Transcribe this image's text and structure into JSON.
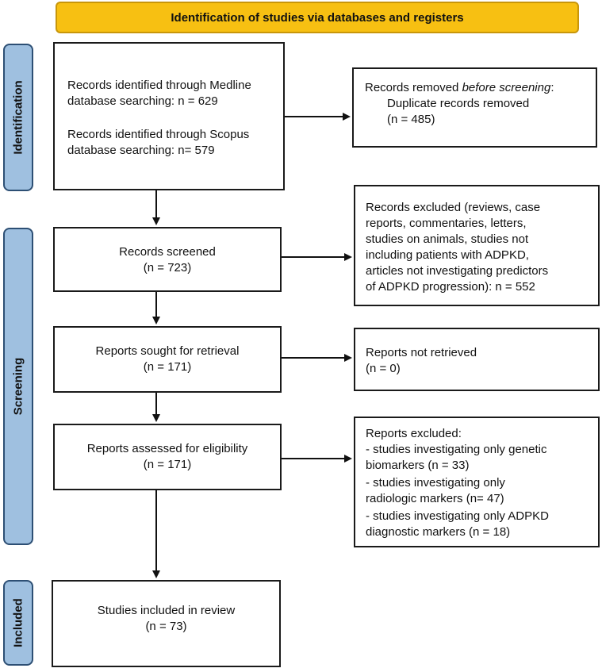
{
  "header": "Identification of studies via databases and registers",
  "phases": {
    "identification": "Identification",
    "screening": "Screening",
    "included": "Included"
  },
  "boxes": {
    "identified": {
      "line1": "Records identified through Medline",
      "line2": "database searching: n = 629",
      "line3": "Records identified through Scopus",
      "line4": "database searching: n= 579"
    },
    "removed": {
      "line1_pre": "Records removed ",
      "line1_em": "before screening",
      "line1_post": ":",
      "line2": "Duplicate records removed",
      "line3": "(n = 485)"
    },
    "screened": {
      "line1": "Records screened",
      "line2": "(n = 723)"
    },
    "excluded": {
      "line1": "Records excluded (reviews, case",
      "line2": "reports, commentaries, letters,",
      "line3": "studies on animals, studies not",
      "line4": "including patients with ADPKD,",
      "line5": "articles not investigating predictors",
      "line6": "of ADPKD progression): n = 552"
    },
    "sought": {
      "line1": "Reports sought for retrieval",
      "line2": "(n = 171)"
    },
    "not_retrieved": {
      "line1": "Reports not retrieved",
      "line2": "(n = 0)"
    },
    "assessed": {
      "line1": "Reports assessed for eligibility",
      "line2": "(n = 171)"
    },
    "reports_excluded": {
      "line1": "Reports excluded:",
      "line2": "- studies investigating only genetic",
      "line3": "biomarkers (n = 33)",
      "line4": "- studies investigating only",
      "line5": "radiologic markers (n= 47)",
      "line6": "- studies investigating only ADPKD",
      "line7": "diagnostic markers (n = 18)"
    },
    "included": {
      "line1": "Studies included in review",
      "line2": "(n = 73)"
    }
  }
}
